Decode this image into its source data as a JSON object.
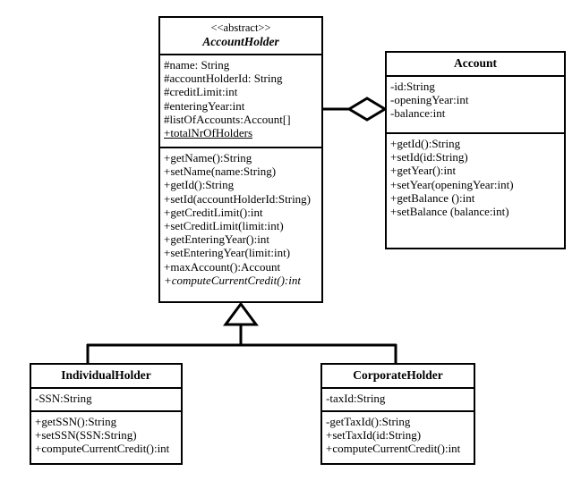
{
  "diagram": {
    "type": "uml-class-diagram",
    "background_color": "#ffffff",
    "line_color": "#000000"
  },
  "classes": {
    "account_holder": {
      "stereotype": "<<abstract>>",
      "name": "AccountHolder",
      "is_abstract": true,
      "attributes": [
        {
          "text": "#name: String",
          "static": false,
          "abstract": false
        },
        {
          "text": "#accountHolderId: String",
          "static": false,
          "abstract": false
        },
        {
          "text": "#creditLimit:int",
          "static": false,
          "abstract": false
        },
        {
          "text": "#enteringYear:int",
          "static": false,
          "abstract": false
        },
        {
          "text": "#listOfAccounts:Account[]",
          "static": false,
          "abstract": false
        },
        {
          "text": "+totalNrOfHolders",
          "static": true,
          "abstract": false
        }
      ],
      "operations": [
        {
          "text": "+getName():String",
          "static": false,
          "abstract": false
        },
        {
          "text": "+setName(name:String)",
          "static": false,
          "abstract": false
        },
        {
          "text": "+getId():String",
          "static": false,
          "abstract": false
        },
        {
          "text": "+setId(accountHolderId:String)",
          "static": false,
          "abstract": false
        },
        {
          "text": "+getCreditLimit():int",
          "static": false,
          "abstract": false
        },
        {
          "text": "+setCreditLimit(limit:int)",
          "static": false,
          "abstract": false
        },
        {
          "text": "+getEnteringYear():int",
          "static": false,
          "abstract": false
        },
        {
          "text": "+setEnteringYear(limit:int)",
          "static": false,
          "abstract": false
        },
        {
          "text": "+maxAccount():Account",
          "static": false,
          "abstract": false
        },
        {
          "text": "+computeCurrentCredit():int",
          "static": false,
          "abstract": true
        }
      ]
    },
    "account": {
      "stereotype": "",
      "name": "Account",
      "is_abstract": false,
      "attributes": [
        {
          "text": "-id:String",
          "static": false,
          "abstract": false
        },
        {
          "text": "-openingYear:int",
          "static": false,
          "abstract": false
        },
        {
          "text": "-balance:int",
          "static": false,
          "abstract": false
        }
      ],
      "operations": [
        {
          "text": "+getId():String",
          "static": false,
          "abstract": false
        },
        {
          "text": "+setId(id:String)",
          "static": false,
          "abstract": false
        },
        {
          "text": "+getYear():int",
          "static": false,
          "abstract": false
        },
        {
          "text": "+setYear(openingYear:int)",
          "static": false,
          "abstract": false
        },
        {
          "text": "+getBalance ():int",
          "static": false,
          "abstract": false
        },
        {
          "text": "+setBalance (balance:int)",
          "static": false,
          "abstract": false
        }
      ]
    },
    "individual_holder": {
      "stereotype": "",
      "name": "IndividualHolder",
      "is_abstract": false,
      "attributes": [
        {
          "text": "-SSN:String",
          "static": false,
          "abstract": false
        }
      ],
      "operations": [
        {
          "text": "+getSSN():String",
          "static": false,
          "abstract": false
        },
        {
          "text": "+setSSN(SSN:String)",
          "static": false,
          "abstract": false
        },
        {
          "text": "+computeCurrentCredit():int",
          "static": false,
          "abstract": false
        }
      ]
    },
    "corporate_holder": {
      "stereotype": "",
      "name": "CorporateHolder",
      "is_abstract": false,
      "attributes": [
        {
          "text": "-taxId:String",
          "static": false,
          "abstract": false
        }
      ],
      "operations": [
        {
          "text": "-getTaxId():String",
          "static": false,
          "abstract": false
        },
        {
          "text": "+setTaxId(id:String)",
          "static": false,
          "abstract": false
        },
        {
          "text": "+computeCurrentCredit():int",
          "static": false,
          "abstract": false
        }
      ]
    }
  },
  "relationships": [
    {
      "kind": "aggregation",
      "from": "AccountHolder",
      "to": "Account",
      "marker": "hollow-diamond",
      "marker_on": "Account"
    },
    {
      "kind": "generalization",
      "from": "IndividualHolder",
      "to": "AccountHolder",
      "marker": "hollow-triangle",
      "marker_on": "AccountHolder"
    },
    {
      "kind": "generalization",
      "from": "CorporateHolder",
      "to": "AccountHolder",
      "marker": "hollow-triangle",
      "marker_on": "AccountHolder"
    }
  ]
}
